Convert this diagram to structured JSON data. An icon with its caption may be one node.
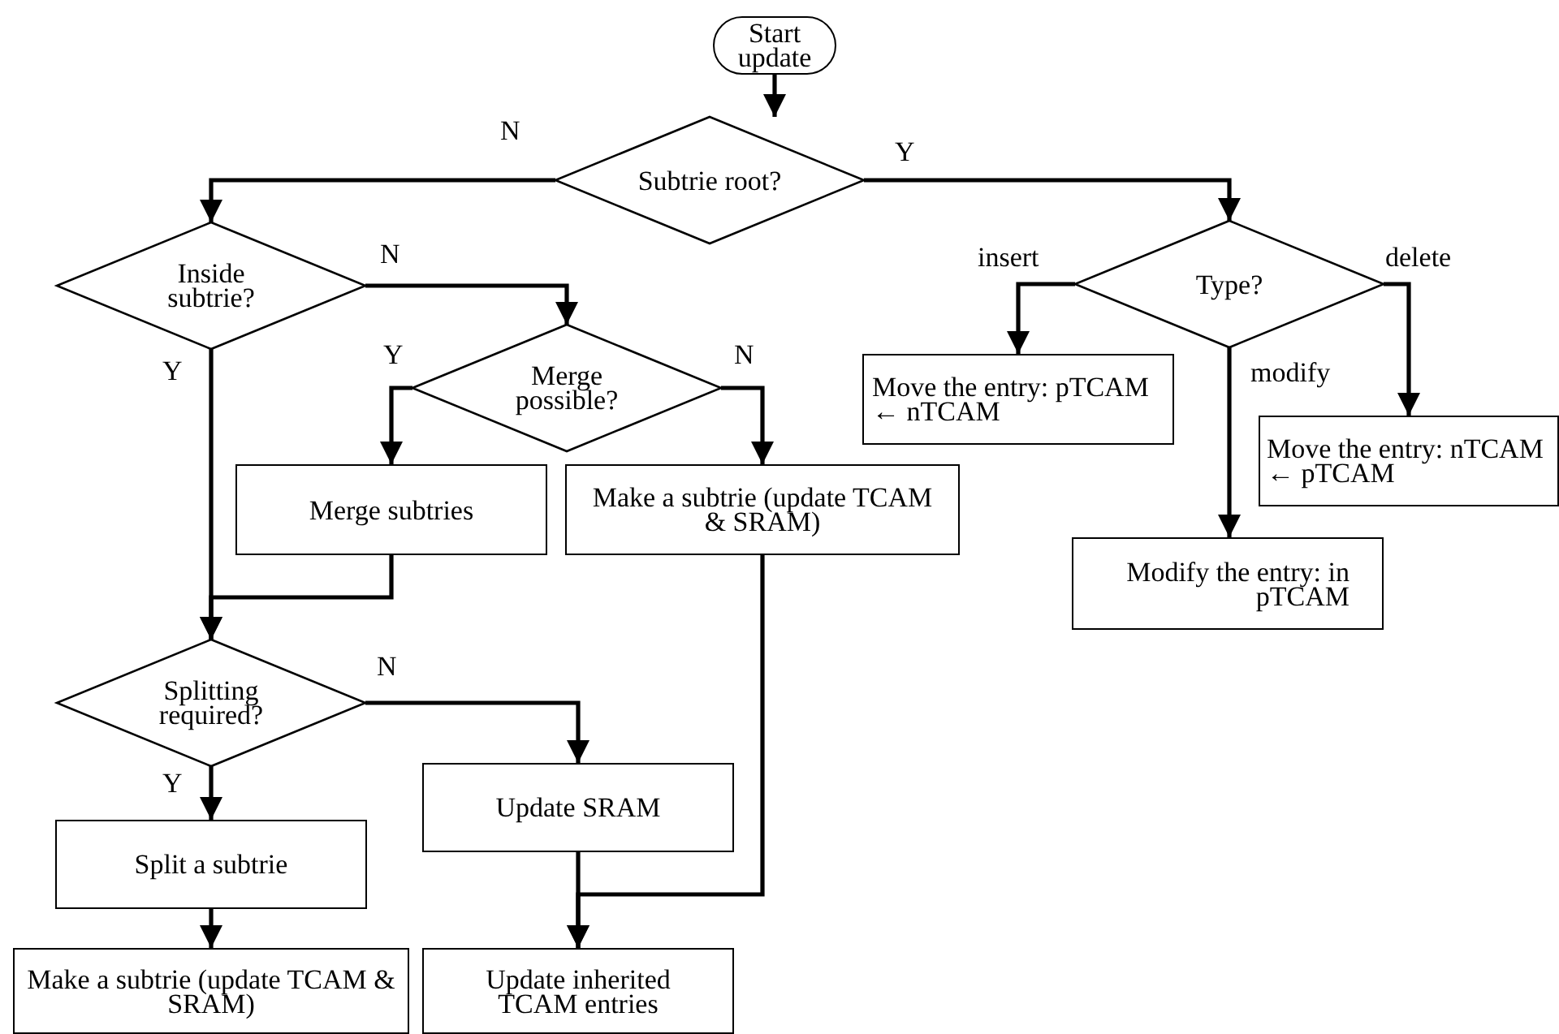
{
  "diagram": {
    "nodes": [
      {
        "text": [
          "Start update"
        ]
      },
      {
        "text": [
          "Subtrie root?"
        ]
      },
      {
        "text": [
          "Inside subtrie?"
        ]
      },
      {
        "text": [
          "Merge possible?"
        ]
      },
      {
        "text": [
          "Merge subtries"
        ]
      },
      {
        "text": [
          "Make a subtrie (update TCAM & SRAM)"
        ]
      },
      {
        "text": [
          "Splitting required?"
        ]
      },
      {
        "text": [
          "Split a subtrie"
        ]
      },
      {
        "text": [
          "Make a subtrie (update TCAM & SRAM)"
        ]
      },
      {
        "text": [
          "Update SRAM"
        ]
      },
      {
        "text": [
          "Update inherited TCAM entries"
        ]
      },
      {
        "text": [
          "Type?"
        ]
      },
      {
        "text": [
          "Move the entry: pTCAM ← nTCAM"
        ]
      },
      {
        "text": [
          "Move the entry: nTCAM ← pTCAM"
        ]
      },
      {
        "text": [
          "Modify the entry: in pTCAM"
        ]
      }
    ],
    "edges": [
      {
        "from": 0,
        "to": 1,
        "arrow": "to"
      },
      {
        "from": 1,
        "to": 2,
        "arrow": "to",
        "label": "N"
      },
      {
        "from": 1,
        "to": 11,
        "arrow": "to",
        "label": "Y"
      },
      {
        "from": 2,
        "to": 3,
        "arrow": "to",
        "label": "N"
      },
      {
        "from": 2,
        "to": 6,
        "arrow": "to",
        "label": "Y"
      },
      {
        "from": 3,
        "to": 4,
        "arrow": "to",
        "label": "Y"
      },
      {
        "from": 3,
        "to": 5,
        "arrow": "to",
        "label": "N"
      },
      {
        "from": 4,
        "to": 6,
        "arrow": "to"
      },
      {
        "from": 6,
        "to": 7,
        "arrow": "to",
        "label": "Y"
      },
      {
        "from": 6,
        "to": 9,
        "arrow": "to",
        "label": "N"
      },
      {
        "from": 7,
        "to": 8,
        "arrow": "to"
      },
      {
        "from": 9,
        "to": 10,
        "arrow": "to"
      },
      {
        "from": 5,
        "to": 10,
        "arrow": "to"
      },
      {
        "from": 11,
        "to": 12,
        "arrow": "to",
        "label": "insert"
      },
      {
        "from": 11,
        "to": 13,
        "arrow": "to",
        "label": "delete"
      },
      {
        "from": 11,
        "to": 14,
        "arrow": "to",
        "label": "modify"
      }
    ]
  }
}
